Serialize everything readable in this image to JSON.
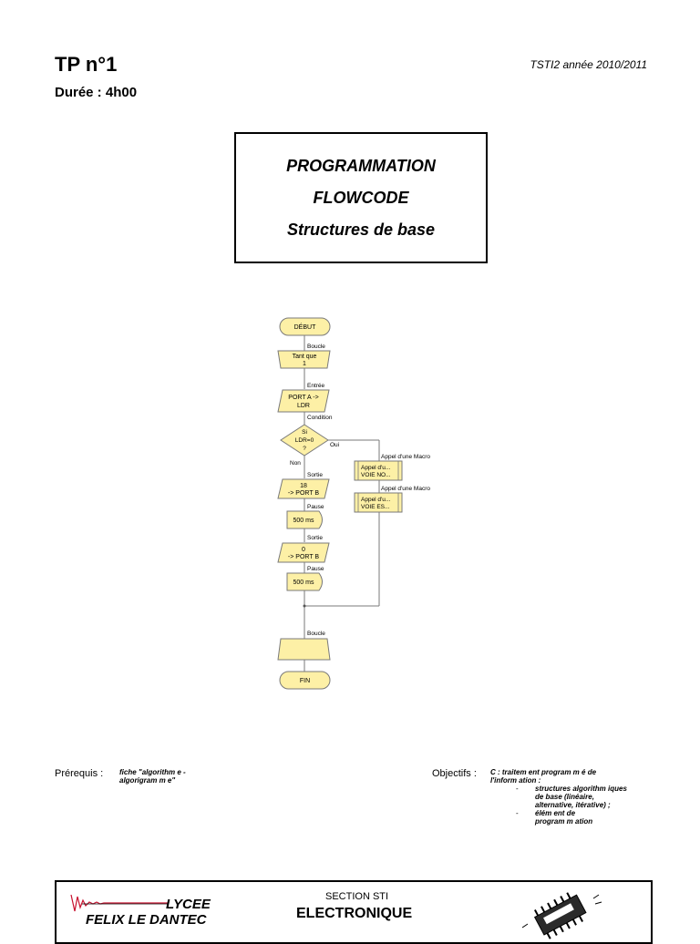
{
  "header": {
    "tp_title": "TP n°1",
    "duration": "Durée : 4h00",
    "school_year": "TSTI2 année 2010/2011"
  },
  "title_box": {
    "line1": "PROGRAMMATION",
    "line2": "FLOWCODE",
    "line3": "Structures de base"
  },
  "flowchart": {
    "start": "DÉBUT",
    "loop_label": "Boucle",
    "loop_cond_1": "Tant que",
    "loop_cond_2": "1",
    "input_label": "Entrée",
    "input_1": "PORT A ->",
    "input_2": "LDR",
    "condition_label": "Condition",
    "decision_1": "Si",
    "decision_2": "LDR=0",
    "decision_3": "?",
    "yes_label": "Oui",
    "no_label": "Non",
    "output1_label": "Sortie",
    "output1_1": "18",
    "output1_2": "-> PORT B",
    "pause1_label": "Pause",
    "pause1": "500 ms",
    "output2_label": "Sortie",
    "output2_1": "0",
    "output2_2": "-> PORT B",
    "pause2_label": "Pause",
    "pause2": "500 ms",
    "macro1_label": "Appel d'une Macro",
    "macro1_1": "Appel d'u...",
    "macro1_2": "VOIE NO...",
    "macro2_label": "Appel d'une Macro",
    "macro2_1": "Appel d'u...",
    "macro2_2": "VOIE ES...",
    "loop_end_label": "Boucle",
    "end": "FIN"
  },
  "prerequisites": {
    "label": "Prérequis :",
    "line1": "fiche \"algorithm e -",
    "line2": "algorigram m e\""
  },
  "objectives": {
    "label": "Objectifs :",
    "intro1": "C : traitem ent program m é de",
    "intro2": "l'inform ation :",
    "item1_l1": "structures algorithm iques",
    "item1_l2": "de base (linéaire,",
    "item1_l3": "alternative, itérative) ;",
    "item2_l1": "élém ent de",
    "item2_l2": "program m ation",
    "dash": "-"
  },
  "footer": {
    "lycee_line1": "LYCEE",
    "lycee_line2": "FELIX LE DANTEC",
    "section": "SECTION STI",
    "department": "ELECTRONIQUE"
  },
  "colors": {
    "flow_fill": "#fdf0a6",
    "flow_stroke": "#7a7a7a",
    "logo_red": "#c8102e"
  }
}
